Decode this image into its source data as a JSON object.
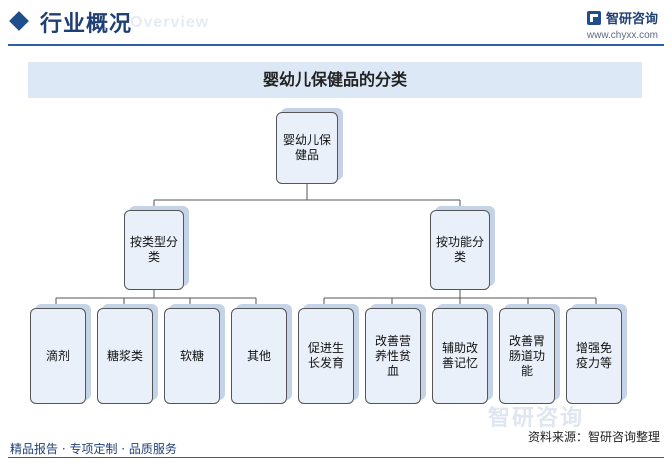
{
  "header": {
    "title": "行业概况",
    "title_en": "Overview",
    "brand_name": "智研咨询",
    "brand_url": "www.chyxx.com"
  },
  "diagram": {
    "title": "婴幼儿保健品的分类",
    "root": "婴幼儿保健品",
    "branches": [
      {
        "label": "按类型分类",
        "children": [
          "滴剂",
          "糖浆类",
          "软糖",
          "其他"
        ]
      },
      {
        "label": "按功能分类",
        "children": [
          "促进生长发育",
          "改善营养性贫血",
          "辅助改善记忆",
          "改善胃肠道功能",
          "增强免疫力等"
        ]
      }
    ]
  },
  "footer": {
    "left": "精品报告 · 专项定制 · 品质服务",
    "right": "资料来源：智研咨询整理",
    "watermark": "智研咨询"
  },
  "colors": {
    "accent": "#1f4e8c",
    "node_fill": "#e9f0f9",
    "node_shadow": "#c5d3e8",
    "title_bar": "#dde8f6"
  }
}
